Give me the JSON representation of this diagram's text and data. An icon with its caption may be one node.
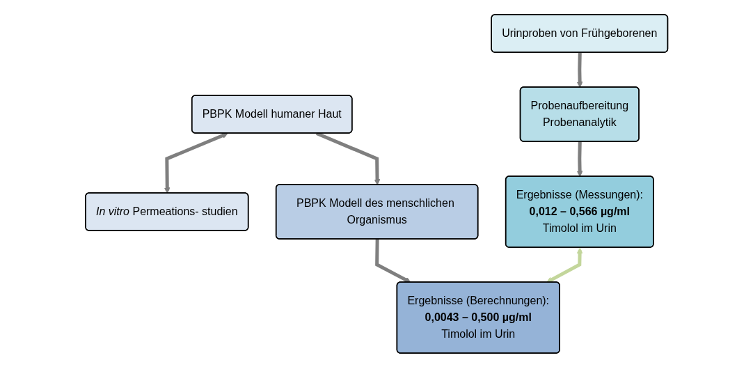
{
  "diagram": {
    "nodes": [
      {
        "text": [
          "Urinproben von Frühgeborenen"
        ]
      },
      {
        "text": [
          "PBPK Modell humaner Haut"
        ]
      },
      {
        "text": [
          "*In vitro* Permeations- studien"
        ]
      },
      {
        "text": [
          "Probenaufbereitung",
          "Probenanalytik"
        ]
      },
      {
        "text": [
          "PBPK Modell des menschlichen Organismus"
        ]
      },
      {
        "text": [
          "Ergebnisse (Messungen):",
          "**0,012 – 0,566 µg/ml**",
          "Timolol im Urin"
        ]
      },
      {
        "text": [
          "Ergebnisse (Berechnungen):",
          "**0,0043 – 0,500 µg/ml**",
          "Timolol im Urin"
        ]
      }
    ],
    "edges": [
      {
        "from": 0,
        "to": 3,
        "arrow": "to"
      },
      {
        "from": 1,
        "to": 2,
        "arrow": "both"
      },
      {
        "from": 1,
        "to": 4,
        "arrow": "to"
      },
      {
        "from": 3,
        "to": 5,
        "arrow": "to"
      },
      {
        "from": 4,
        "to": 6,
        "arrow": "to"
      },
      {
        "from": 5,
        "to": 6,
        "arrow": "both",
        "color": "#c3d69b"
      }
    ]
  }
}
